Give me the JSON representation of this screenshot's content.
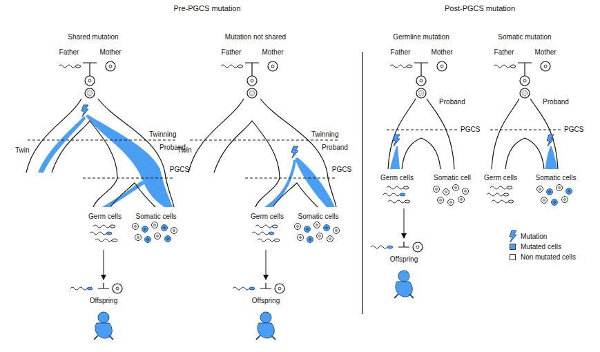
{
  "diagram": {
    "labels": [
      "Pre-PGCS mutation",
      "Post-PGCS mutation",
      "Shared mutation",
      "Mutation not shared",
      "Germline mutation",
      "Somatic mutation",
      "Father",
      "Mother",
      "Twin",
      "Twinning",
      "Proband",
      "PGCS",
      "Germ cells",
      "Somatic cells",
      "Offspring",
      "Father",
      "Mother",
      "Twin",
      "Twinning",
      "Proband",
      "PGCS",
      "Germ cells",
      "Somatic cells",
      "Offspring",
      "Father",
      "Mother",
      "Proband",
      "PGCS",
      "Germ cells",
      "Somatic cell",
      "Offspring",
      "Father",
      "Mother",
      "Proband",
      "PGCS",
      "Germ cells",
      "Somatic cells"
    ],
    "legend": [
      {
        "text": "Mutation"
      },
      {
        "text": "Mutated cells",
        "color": "#4a9ff5"
      },
      {
        "text": "Non mutated cells",
        "color": "#ffffff"
      }
    ]
  }
}
